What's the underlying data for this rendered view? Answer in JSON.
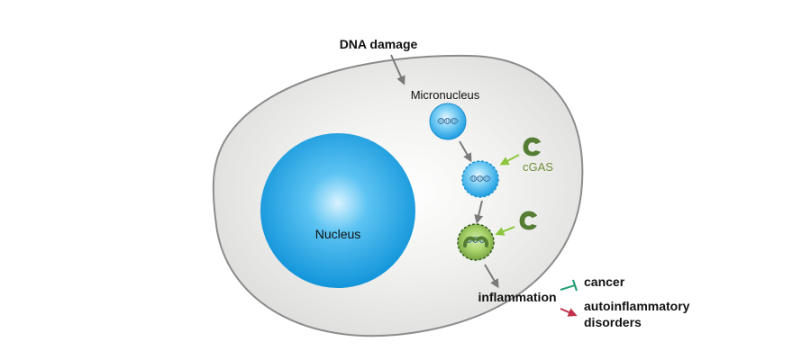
{
  "labels": {
    "dna_damage": "DNA damage",
    "micronucleus": "Micronucleus",
    "nucleus": "Nucleus",
    "cgas": "cGAS",
    "inflammation": "inflammation",
    "cancer": "cancer",
    "autoinflammatory_line1": "autoinflammatory",
    "autoinflammatory_line2": "disorders"
  },
  "colors": {
    "cell_fill": "#e3e3e1",
    "cell_stroke": "#8c8c8c",
    "nucleus_blue": "#1fa2e6",
    "cgas_green": "#557d34",
    "activation_arrow_green": "#8cc63f",
    "inhibit_green": "#1e9d6e",
    "promote_red": "#c0304a",
    "arrow_gray": "#7a7a7a",
    "cgas_label": "#6f8f3a"
  },
  "icons": {
    "dna_helix": "dna-helix-icon",
    "cgas_protein": "cgas-protein-icon"
  }
}
